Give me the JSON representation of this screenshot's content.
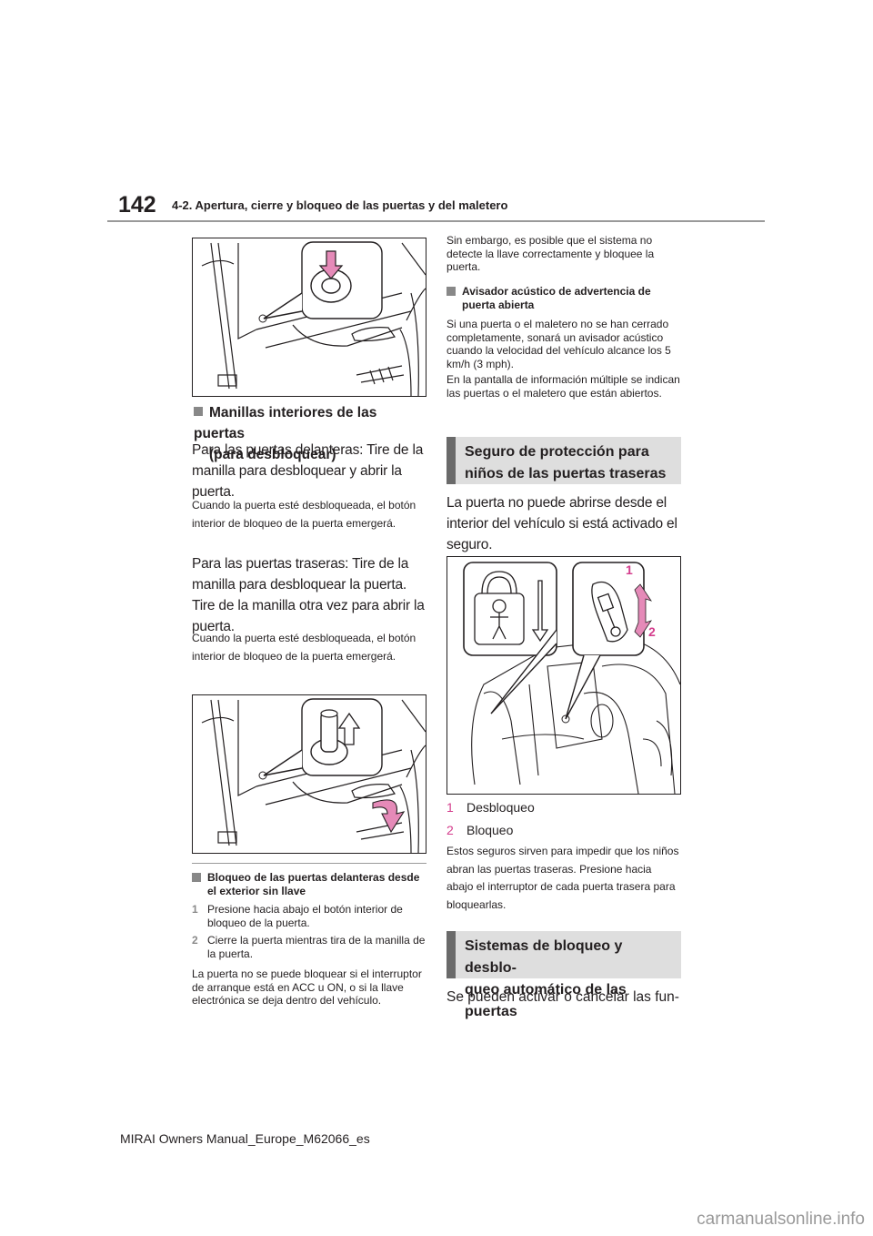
{
  "header": {
    "page_number": "142",
    "chapter_title": "4-2. Apertura, cierre y bloqueo de las puertas y del maletero"
  },
  "left": {
    "handles_heading_line1": "Manillas interiores de las puertas",
    "handles_heading_line2": "(para desbloquear)",
    "front_doors_text": "Para las puertas delanteras: Tire de la manilla para desbloquear y abrir la puerta.",
    "front_doors_note": "Cuando la puerta esté desbloqueada, el botón interior de bloqueo de la puerta emergerá.",
    "rear_doors_text": "Para las puertas traseras: Tire de la manilla para desbloquear la puerta. Tire de la manilla otra vez para abrir la puerta.",
    "rear_doors_note": "Cuando la puerta esté desbloqueada, el botón interior de bloqueo de la puerta emergerá.",
    "lock_outside_heading": "Bloqueo de las puertas delanteras desde el exterior sin llave",
    "steps": [
      {
        "num": "1",
        "text": "Presione hacia abajo el botón interior de bloqueo de la puerta."
      },
      {
        "num": "2",
        "text": "Cierre la puerta mientras tira de la manilla de la puerta."
      }
    ],
    "lock_outside_note": "La puerta no se puede bloquear si el interruptor de arranque está en ACC u ON, o si la llave electrónica se deja dentro del vehículo."
  },
  "right": {
    "continuation": "Sin embargo, es posible que el sistema no detecte la llave correctamente y bloquee la puerta.",
    "buzzer_heading": "Avisador acústico de advertencia de puerta abierta",
    "buzzer_text": "Si una puerta o el maletero no se han cerrado completamente, sonará un avisador acústico cuando la velocidad del vehículo alcance los 5 km/h (3 mph).",
    "buzzer_text2": "En la pantalla de información múltiple se indican las puertas o el maletero que están abiertos.",
    "child_lock_section_line1": "Seguro de protección para",
    "child_lock_section_line2": "niños de las puertas traseras",
    "child_lock_text": "La puerta no puede abrirse desde el interior del vehículo si está activado el seguro.",
    "figure_callouts": [
      "1",
      "2"
    ],
    "legend": [
      {
        "num": "1",
        "label": "Desbloqueo"
      },
      {
        "num": "2",
        "label": "Bloqueo"
      }
    ],
    "child_lock_note": "Estos seguros sirven para impedir que los niños abran las puertas traseras. Presione hacia abajo el interruptor de cada puerta trasera para bloquearlas.",
    "auto_lock_section_line1": "Sistemas de bloqueo y desblo-",
    "auto_lock_section_line2": "queo automático de las puertas",
    "auto_lock_text": "Se pueden activar o cancelar las fun-"
  },
  "footer": {
    "text": "MIRAI Owners Manual_Europe_M62066_es",
    "watermark": "carmanualsonline.info"
  },
  "colors": {
    "accent_pink": "#d43c8c",
    "section_bg": "#dedede",
    "section_bar": "#6a6a6a"
  }
}
